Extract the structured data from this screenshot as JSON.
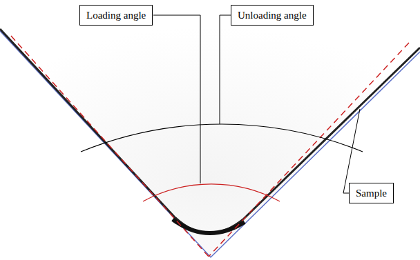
{
  "diagram": {
    "nodes": [
      {
        "text": [
          "Loading angle"
        ]
      },
      {
        "text": [
          "Unloading angle"
        ]
      },
      {
        "text": [
          "Sample"
        ]
      }
    ]
  }
}
